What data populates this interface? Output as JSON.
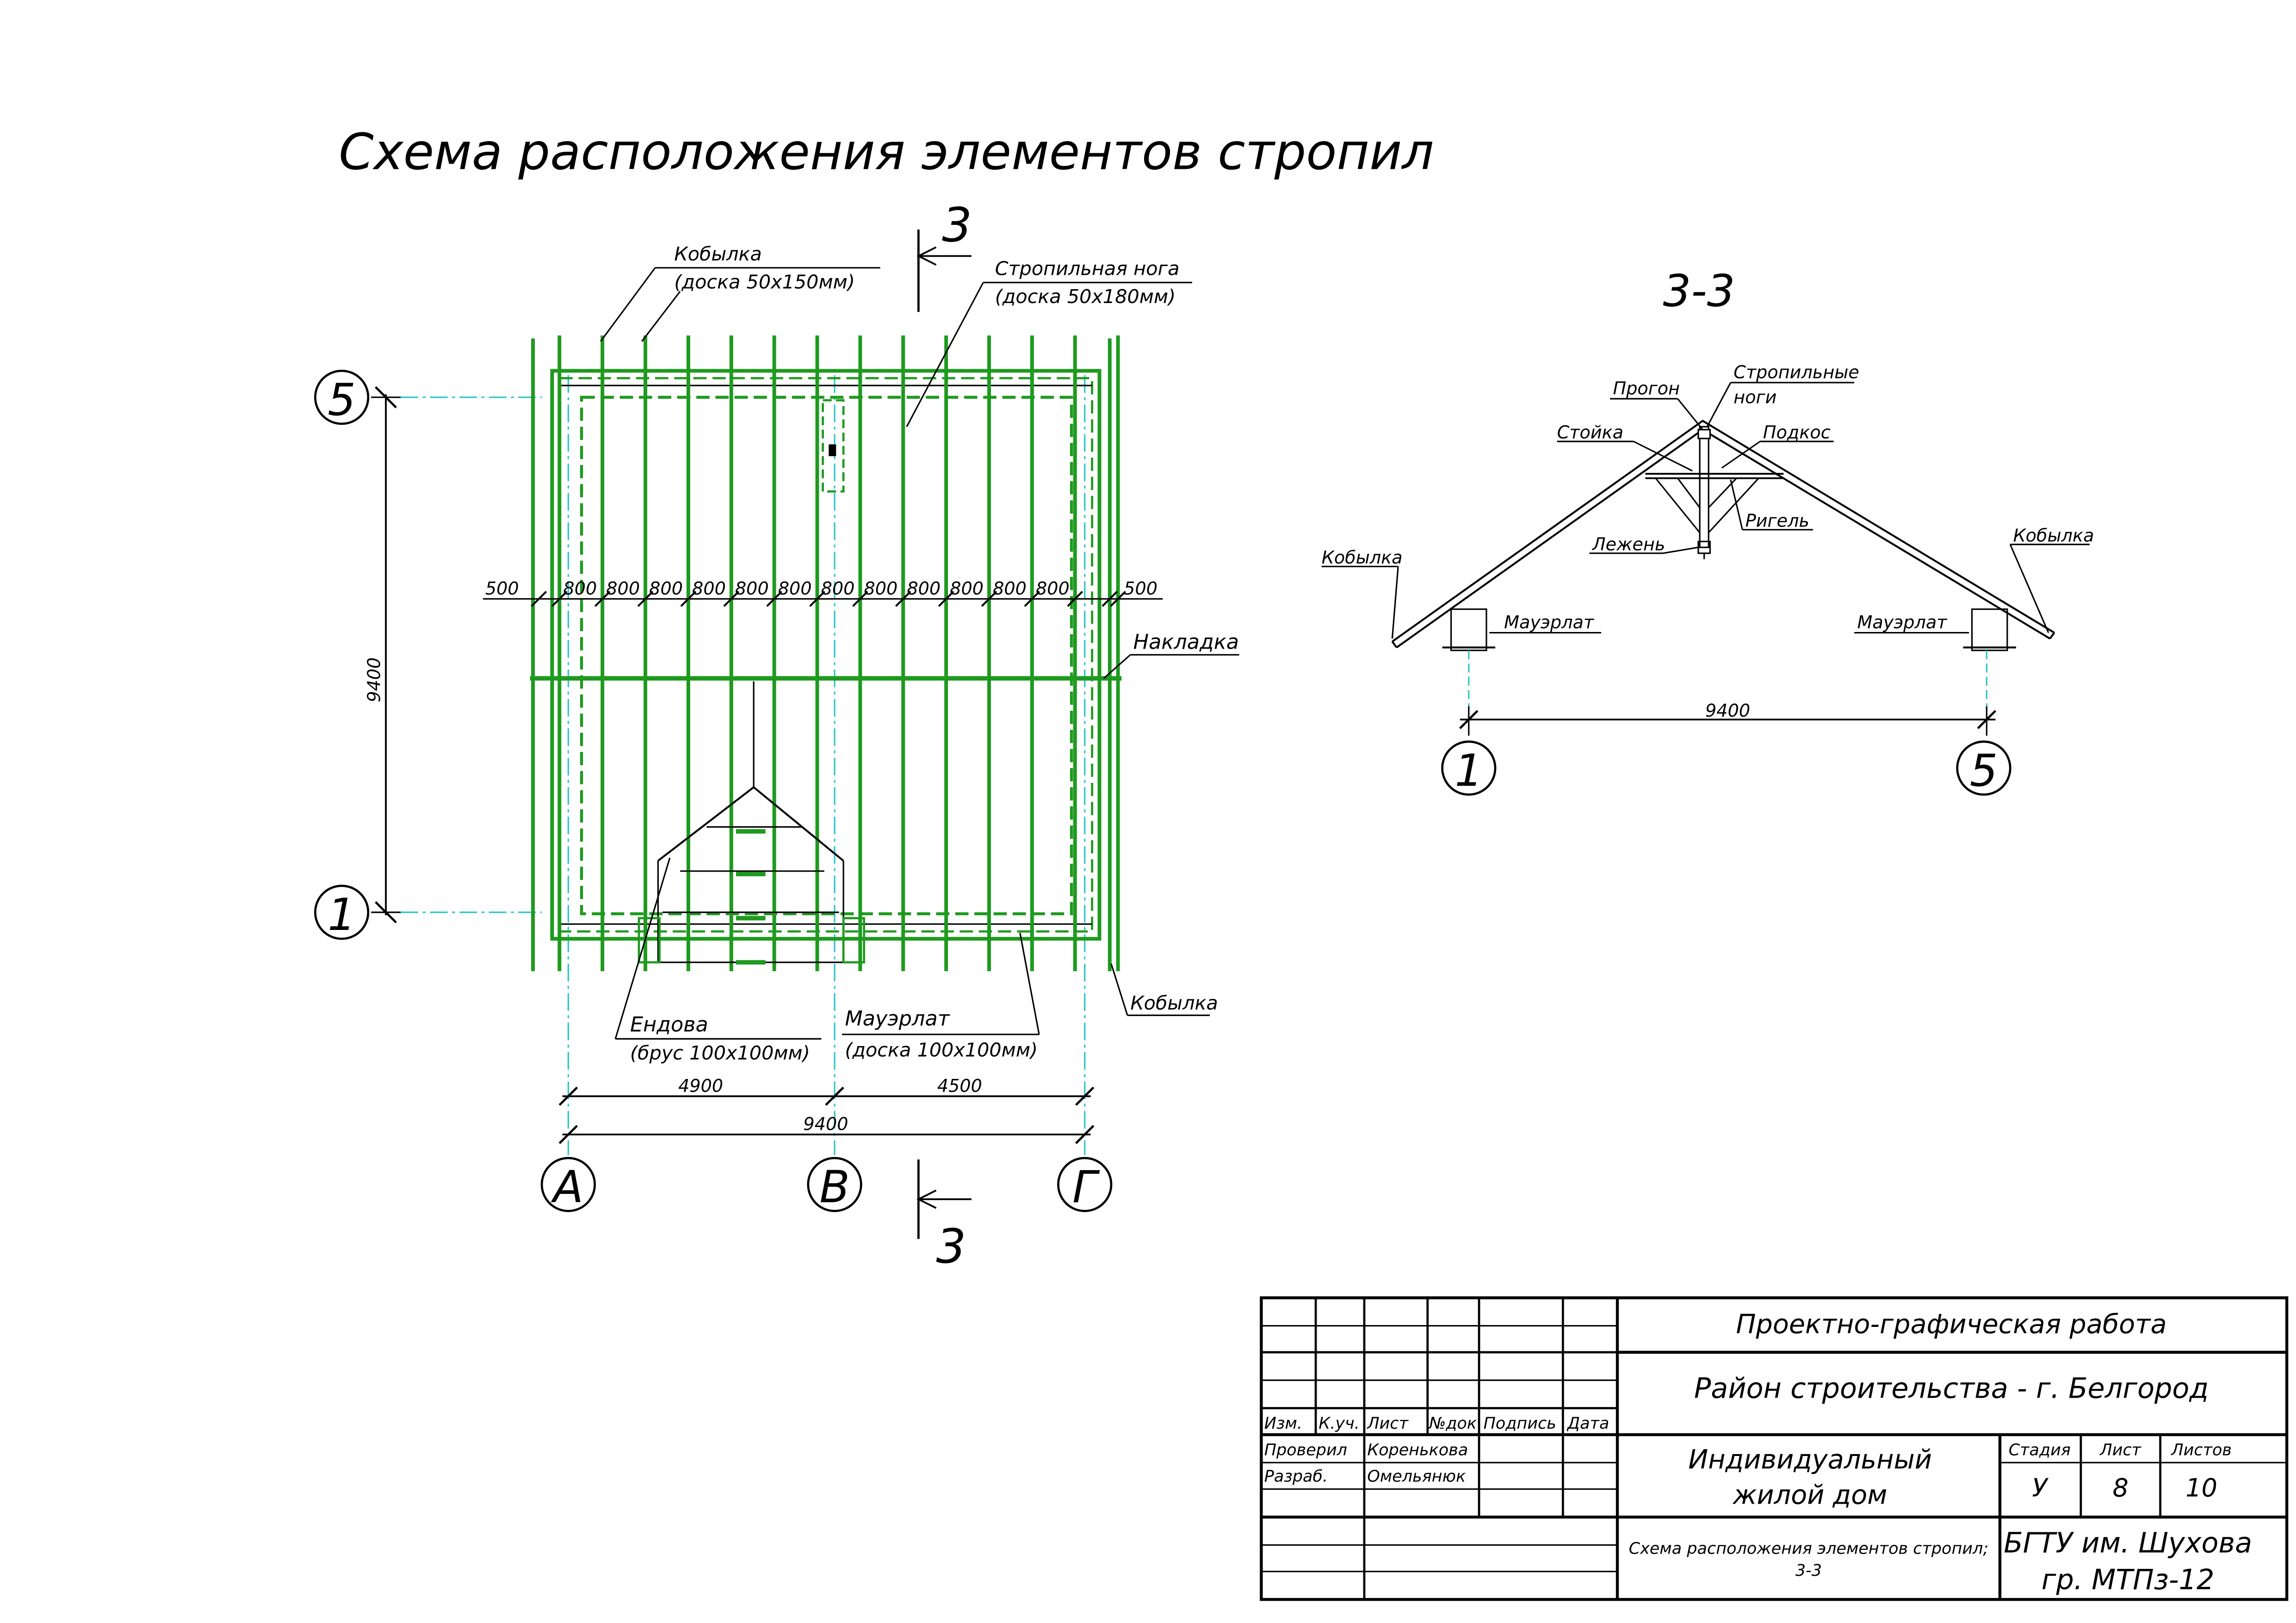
{
  "title": "Схема расположения элементов стропил",
  "plan": {
    "section_mark": "3",
    "axes_rows": [
      "5",
      "1"
    ],
    "axes_cols": [
      "А",
      "В",
      "Г"
    ],
    "dim_vertical": "9400",
    "dim_bottom_left": "4900",
    "dim_bottom_right": "4500",
    "dim_bottom_total": "9400",
    "spacing_edge": "500",
    "spacing": "800",
    "labels": {
      "kobylka_top_1": "Кобылка",
      "kobylka_top_2": "(доска 50х150мм)",
      "rafter_1": "Стропильная нога",
      "rafter_2": "(доска 50х180мм)",
      "nakladka": "Накладка",
      "kobylka_bottom": "Кобылка",
      "endova_1": "Ендова",
      "endova_2": "(брус 100х100мм)",
      "mauerlat_1": "Мауэрлат",
      "mauerlat_2": "(доска 100х100мм)"
    }
  },
  "section": {
    "title": "3-3",
    "labels": {
      "progon": "Прогон",
      "rafters_1": "Стропильные",
      "rafters_2": "ноги",
      "stoyka": "Стойка",
      "podkos": "Подкос",
      "rigel": "Ригель",
      "lezhen": "Лежень",
      "kobylka_left": "Кобылка",
      "kobylka_right": "Кобылка",
      "mauerlat_left": "Мауэрлат",
      "mauerlat_right": "Мауэрлат"
    },
    "dim": "9400",
    "axis_left": "1",
    "axis_right": "5"
  },
  "stamp": {
    "work_title": "Проектно-графическая работа",
    "region": "Район строительства - г. Белгород",
    "headers": [
      "Изм.",
      "К.уч.",
      "Лист",
      "№док",
      "Подпись",
      "Дата"
    ],
    "checked_label": "Проверил",
    "checked_name": "Коренькова",
    "developed_label": "Разраб.",
    "developed_name": "Омельянюк",
    "object_1": "Индивидуальный",
    "object_2": "жилой дом",
    "stage_label": "Стадия",
    "sheet_label": "Лист",
    "sheets_label": "Листов",
    "stage": "У",
    "sheet": "8",
    "sheets": "10",
    "drawing_1": "Схема расположения элементов стропил;",
    "drawing_2": "3-3",
    "org_1": "БГТУ им. Шухова",
    "org_2": "гр. МТПз-12"
  }
}
